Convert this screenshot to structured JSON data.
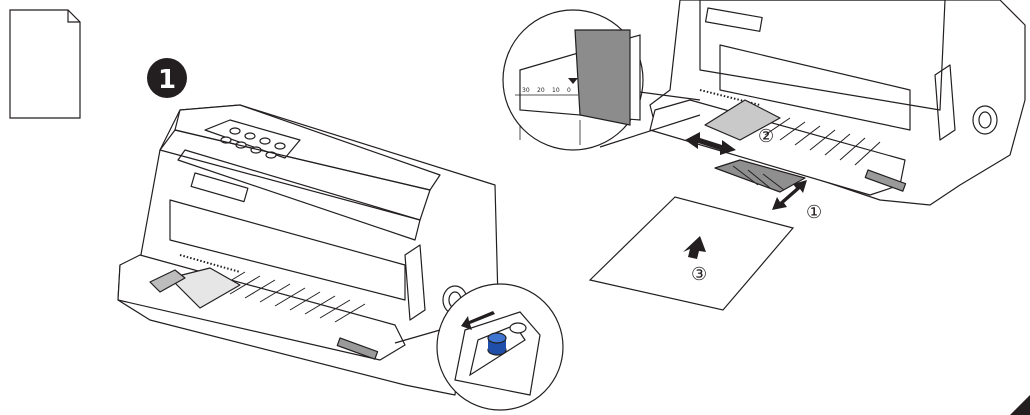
{
  "figure": {
    "step_badge": "1",
    "callouts": {
      "one": "①",
      "two": "②",
      "three": "③"
    },
    "scale_marks": [
      "30",
      "20",
      "10",
      "0"
    ]
  },
  "colors": {
    "line": "#231f20",
    "paper": "#ffffff",
    "guide_gray": "#9a9a9a",
    "knob_blue": "#1f4fa8",
    "badge": "#231f20"
  },
  "icons": {
    "paper_sheet": "paper-sheet-icon",
    "push_arrow": "arrow-icon",
    "blue_knob": "lever-knob-icon"
  }
}
